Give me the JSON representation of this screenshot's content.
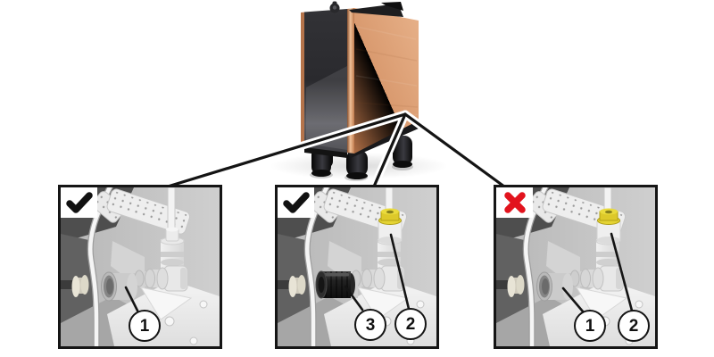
{
  "panels": [
    {
      "status": "correct",
      "status_icon": "checkmark-icon",
      "callouts": [
        {
          "label": "1"
        }
      ]
    },
    {
      "status": "correct",
      "status_icon": "checkmark-icon",
      "callouts": [
        {
          "label": "3"
        },
        {
          "label": "2"
        }
      ]
    },
    {
      "status": "incorrect",
      "status_icon": "cross-icon",
      "callouts": [
        {
          "label": "1"
        },
        {
          "label": "2"
        }
      ]
    }
  ],
  "colors": {
    "background": "#ffffff",
    "panel_border": "#151515",
    "checkmark": "#111111",
    "cross_red": "#e2131d",
    "collet_yellow": "#e4d333",
    "copper": "#d99d74",
    "device_front": "#323236"
  }
}
